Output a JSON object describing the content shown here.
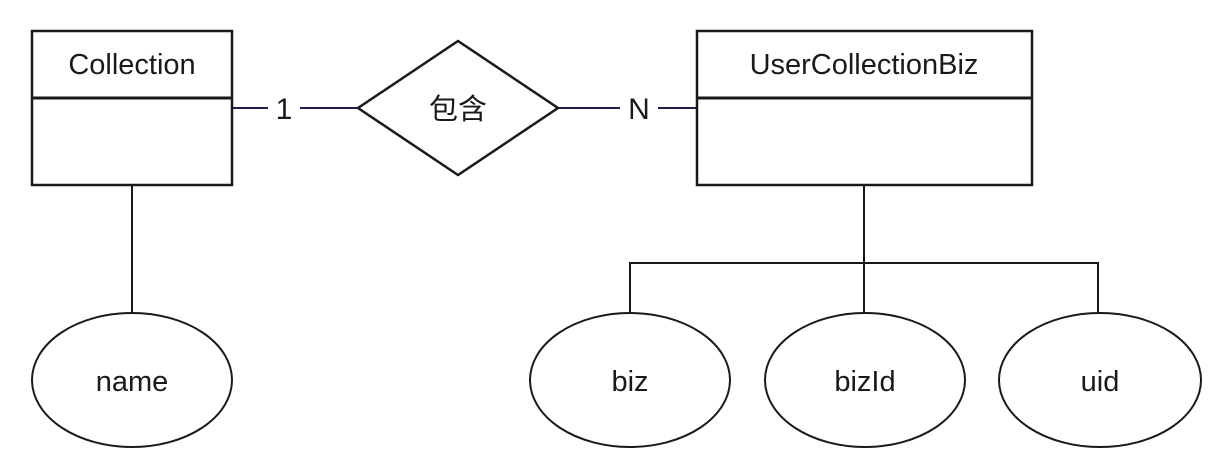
{
  "diagram": {
    "type": "er-diagram",
    "entities": [
      {
        "name": "Collection",
        "attributes": [
          "name"
        ]
      },
      {
        "name": "UserCollectionBiz",
        "attributes": [
          "biz",
          "bizId",
          "uid"
        ]
      }
    ],
    "relationship": {
      "label": "包含",
      "left_cardinality": "1",
      "right_cardinality": "N"
    },
    "colors": {
      "background": "#ffffff",
      "shape_fill": "#ffffff",
      "shape_stroke": "#1a1a1a",
      "relationship_connector": "#1e1e50",
      "attribute_connector": "#1a1a1a",
      "text": "#1a1a1a"
    }
  }
}
